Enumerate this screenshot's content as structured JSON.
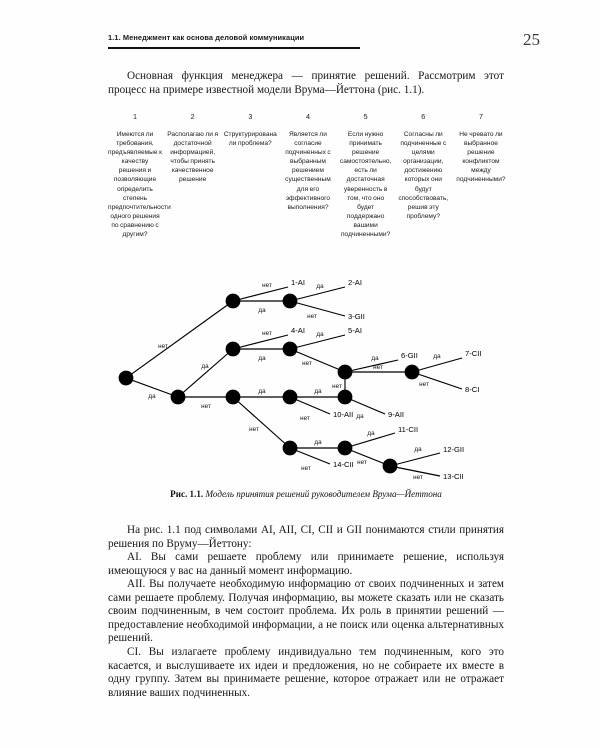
{
  "header": {
    "running_head": "1.1.  Менеджмент как основа деловой коммуникации",
    "page_number": "25"
  },
  "body": {
    "intro": "Основная функция менеджера — принятие решений. Рассмотрим этот процесс на примере известной модели Врума—Йеттона (рис. 1.1).",
    "symbols_para": "На рис. 1.1 под символами AI, AII, CI, CII и GII понимаются стили принятия решения по Вруму—Йеттону:",
    "ai_para": "AI. Вы сами решаете проблему или принимаете решение, используя имеющуюся у вас на данный момент информацию.",
    "aii_para": "AII. Вы получаете необходимую информацию от своих подчиненных и затем сами решаете проблему. Получая информацию, вы можете сказать или не сказать своим подчиненным, в чем состоит проблема. Их роль в принятии решений — предоставление необходимой информации, а не поиск или оценка альтернативных решений.",
    "ci_para": "CI. Вы излагаете проблему индивидуально тем подчиненным, кого это касается, и выслушиваете их идеи и предложения, но не собираете их вместе в одну группу. Затем вы принимаете решение, которое отражает или не отражает влияние ваших подчиненных."
  },
  "figure": {
    "caption_label": "Рис. 1.1.",
    "caption_text": "Модель принятия решений руководителем Врума—Йеттона",
    "columns": [
      {
        "number": "1",
        "text": "Имеются ли требования, предъявляемые к качеству решения и позволяющие определить степень предпочтительности одного решения по сравнению с другим?"
      },
      {
        "number": "2",
        "text": "Располагаю ли я достаточной информацией, чтобы принять качественное решение"
      },
      {
        "number": "3",
        "text": "Структурирована ли проблема?"
      },
      {
        "number": "4",
        "text": "Является ли согласие подчиненных с выбранным решением существенным для его эффективного выполнения?"
      },
      {
        "number": "5",
        "text": "Если нужно принимать решение самостоятельно, есть ли достаточная уверенность в том, что оно будет поддержано вашими подчиненными?"
      },
      {
        "number": "6",
        "text": "Согласны ли подчиненные с целями организации, достижению которых они будут способствовать, решив эту проблему?"
      },
      {
        "number": "7",
        "text": "Не чревато ли выбранное решение конфликтом между подчиненными?"
      }
    ],
    "branch_labels": {
      "yes": "да",
      "no": "нет"
    },
    "outcomes": [
      "1-AI",
      "2-AI",
      "3-GII",
      "4-AI",
      "5-AI",
      "6-GII",
      "7-CII",
      "8-CI",
      "9-AII",
      "10-AII",
      "11-CII",
      "12-GII",
      "13-CII",
      "14-CII"
    ]
  }
}
